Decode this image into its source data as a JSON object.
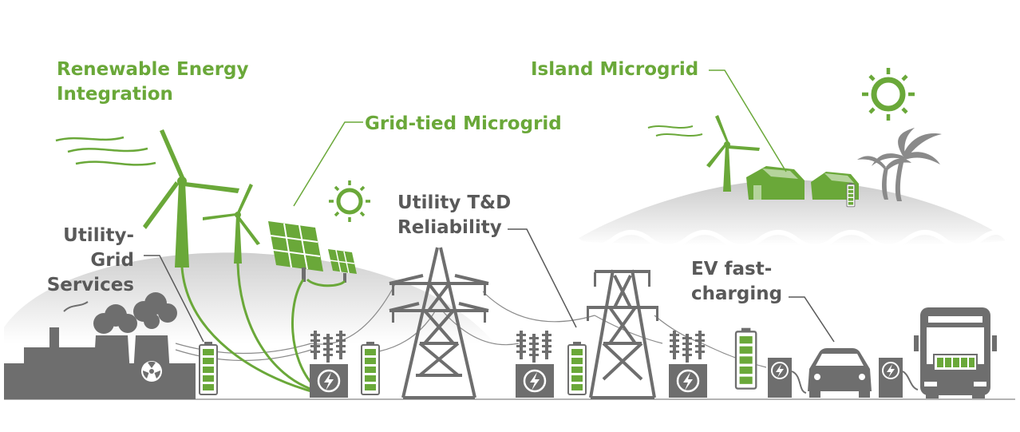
{
  "labels": {
    "renewable": [
      "Renewable Energy",
      "Integration"
    ],
    "grid_tied": "Grid-tied Microgrid",
    "island": "Island Microgrid",
    "utility_td": [
      "Utility T&D",
      "Reliability"
    ],
    "utility_grid": [
      "Utility-",
      "Grid",
      "Services"
    ],
    "ev": [
      "EV fast-",
      "charging"
    ]
  },
  "colors": {
    "accent_green": "#6aa839",
    "dark_gray": "#6e6e6e",
    "label_gray": "#595959",
    "hill_gray": "#d4d4d4"
  },
  "icons": [
    "wind-turbine-icon",
    "solar-panel-icon",
    "sun-icon",
    "power-plant-icon",
    "radiation-icon",
    "transformer-icon",
    "battery-icon",
    "transmission-tower-icon",
    "ev-charger-icon",
    "car-icon",
    "bus-icon",
    "house-icon",
    "palm-tree-icon",
    "wind-gust-icon"
  ]
}
